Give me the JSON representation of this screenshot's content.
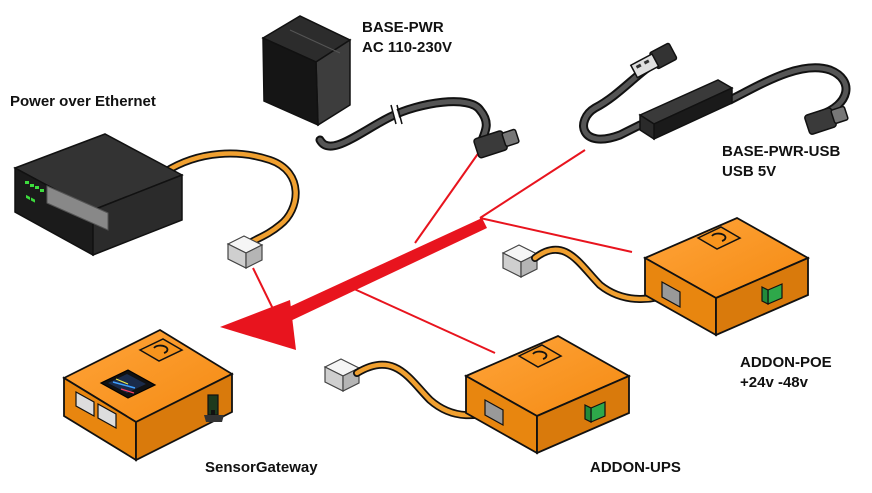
{
  "labels": {
    "base_pwr": {
      "line1": "BASE-PWR",
      "line2": "AC 110-230V"
    },
    "base_pwr_usb": {
      "line1": "BASE-PWR-USB",
      "line2": "USB 5V"
    },
    "poe": "Power over Ethernet",
    "addon_poe": {
      "line1": "ADDON-POE",
      "line2": "+24v -48v"
    },
    "addon_ups": "ADDON-UPS",
    "gateway": "SensorGateway"
  },
  "colors": {
    "device_orange": "#f7941d",
    "device_orange_dark": "#d97a0c",
    "device_orange_side": "#e8860f",
    "cable_orange": "#f0a030",
    "connector_red": "#e8141e",
    "dark_device": "#222222",
    "terminal_green": "#2ea84a",
    "led_green": "#3ddc3d",
    "plug_grey": "#d4d4d4"
  },
  "icons": [
    "power-adapter-icon",
    "usb-power-cable-icon",
    "poe-switch-icon",
    "rj45-plug-icon",
    "sensorgateway-device-icon",
    "addon-device-icon",
    "logo-icon"
  ]
}
